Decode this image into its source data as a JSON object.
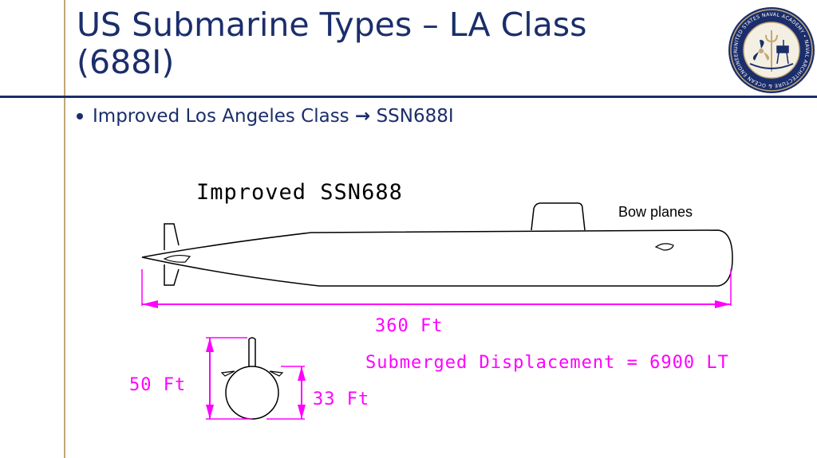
{
  "slide": {
    "title": "US Submarine Types – LA Class (688I)",
    "bullet": {
      "text_before": "Improved Los Angeles Class",
      "arrow_glyph": "→",
      "text_after": "SSN688I"
    }
  },
  "figure": {
    "heading": "Improved SSN688",
    "annotation": "Bow planes",
    "length_label": "360 Ft",
    "displacement_label": "Submerged Displacement = 6900 LT",
    "height_label": "50 Ft",
    "diameter_label": "33 Ft"
  },
  "seal": {
    "ring_text": "UNITED STATES NAVAL ACADEMY • NAVAL ARCHITECTURE & OCEAN ENGINEERING"
  },
  "colors": {
    "navy": "#1b2e6b",
    "gold": "#c3a777",
    "magenta": "#ff00ff",
    "outline": "#000000"
  }
}
